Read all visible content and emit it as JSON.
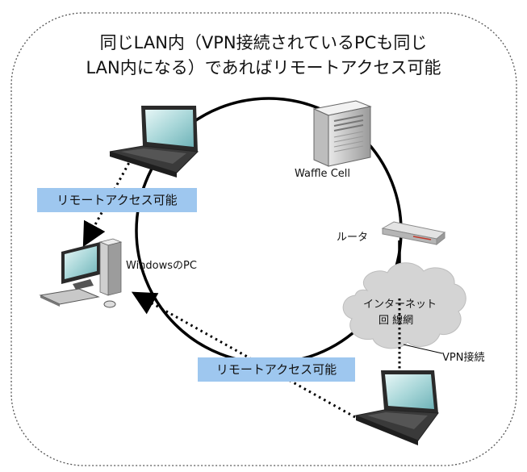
{
  "title": {
    "line1": "同じLAN内（VPN接続されているPCも同じ",
    "line2": "LAN内になる）であればリモートアクセス可能"
  },
  "labels": {
    "server": "Waffle Cell",
    "router": "ルータ",
    "windows_pc": "WindowsのPC",
    "internet_line1": "インターネット",
    "internet_line2": "回 線網",
    "vpn": "VPN接続"
  },
  "badges": {
    "top_left": "リモートアクセス可能",
    "bottom": "リモートアクセス可能"
  },
  "colors": {
    "badge": "#9ec7ef",
    "cloud": "#d4d4d4",
    "ring": "#000000"
  },
  "icons": [
    "laptop-icon",
    "server-tower-icon",
    "router-icon",
    "desktop-pc-icon",
    "cloud-icon"
  ]
}
